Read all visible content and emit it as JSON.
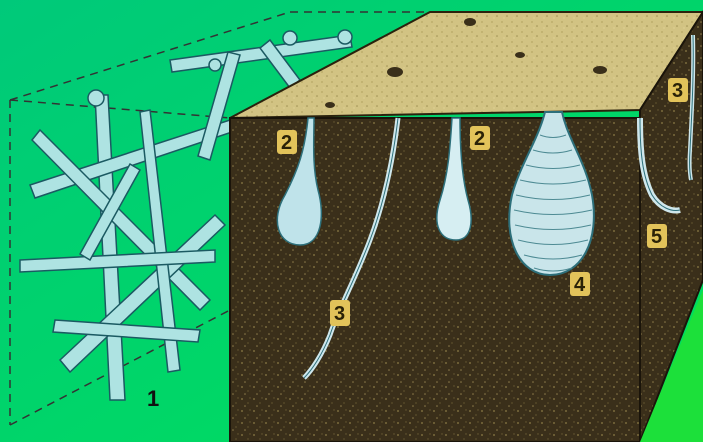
{
  "colors": {
    "background": "#00d46a",
    "soil_dark": "#3a2f1a",
    "soil_top": "#d8c98a",
    "burrow_fill": "#bfe3ea",
    "burrow_edge": "#2d6f7a",
    "label_bg": "#e2c35a",
    "label_text": "#2a2207",
    "corner_green": "#1ce03a"
  },
  "labels": {
    "n1": "1",
    "n2a": "2",
    "n2b": "2",
    "n3_center": "3",
    "n3_right": "3",
    "n4": "4",
    "n5": "5"
  },
  "icons": [
    "branching-tunnel-network-icon",
    "pear-shaped-burrow-icon",
    "thin-tube-burrow-icon",
    "layered-chamber-icon",
    "curved-burrow-icon"
  ]
}
